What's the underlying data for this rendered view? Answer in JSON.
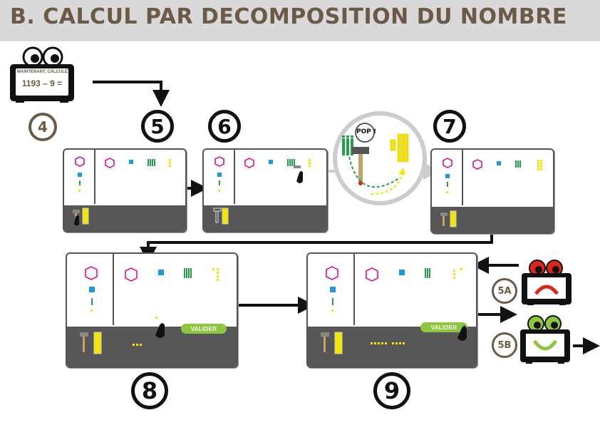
{
  "header": {
    "title": "B. CALCUL PAR DECOMPOSITION DU NOMBRE"
  },
  "robot_start": {
    "caption": "MAINTENANT, CALCULE",
    "expression": "1193 – 9 =",
    "step": "4"
  },
  "steps": {
    "s5": "5",
    "s6": "6",
    "s7": "7",
    "s8": "8",
    "s9": "9"
  },
  "outcomes": {
    "fail": "5A",
    "success": "5B"
  },
  "zoom": {
    "pop_label": "POP !"
  },
  "buttons": {
    "validate_label": "VALIDER"
  },
  "colors": {
    "header_bg": "#d9d9d9",
    "title": "#6b5a45",
    "thousand": "#e6007e",
    "hundred": "#1e9ad6",
    "ten": "#22a04b",
    "unit": "#f5e600",
    "validate": "#8dc63f",
    "fail_robot": "#e2231a",
    "success_robot": "#8dc63f"
  }
}
